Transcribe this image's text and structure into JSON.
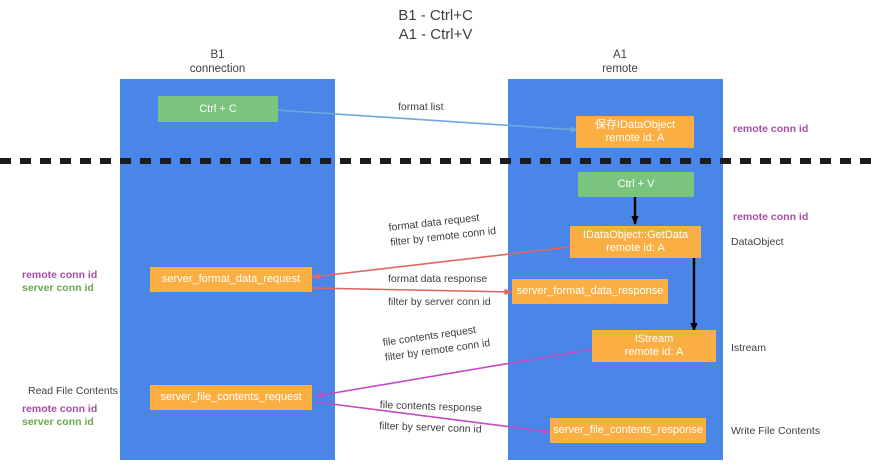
{
  "title": {
    "line1": "B1 - Ctrl+C",
    "line2": "A1 - Ctrl+V"
  },
  "lanes": [
    {
      "id": "b1",
      "name": "B1",
      "sub": "connection",
      "color": "#4a86e8"
    },
    {
      "id": "a1",
      "name": "A1",
      "sub": "remote",
      "color": "#4a86e8"
    }
  ],
  "colors": {
    "lane": "#4a86e8",
    "green_node": "#7bc47f",
    "orange_node": "#fbae42",
    "purple_text": "#a64ca6",
    "green_text": "#6aa84f",
    "blue_arrow": "#6fa8dc",
    "red_arrow": "#e06666",
    "magenta_arrow": "#c24bc2",
    "black_arrow": "#000000",
    "divider": "#1c1c1c"
  },
  "nodes": {
    "ctrl_c": {
      "label": "Ctrl + C"
    },
    "save_dataobject": {
      "line1": "保存IDataObject",
      "line2": "remote id: A"
    },
    "ctrl_v": {
      "label": "Ctrl + V"
    },
    "getdata": {
      "line1": "IDataObject::GetData",
      "line2": "remote id: A"
    },
    "server_format_data_request": {
      "label": "server_format_data_request"
    },
    "server_format_data_response": {
      "label": "server_format_data_response"
    },
    "istream": {
      "line1": "IStream",
      "line2": "remote id: A"
    },
    "server_file_contents_request": {
      "label": "server_file_contents_request"
    },
    "server_file_contents_response": {
      "label": "server_file_contents_response"
    }
  },
  "edge_labels": {
    "format_list": "format list",
    "format_data_request": "format data request",
    "format_data_request_filter_prefix": "filter by ",
    "format_data_request_filter_key": "remote conn id",
    "format_data_response": "format data response",
    "format_data_response_filter_prefix": "filter by ",
    "format_data_response_filter_key": "server conn id",
    "file_contents_request": "file contents request",
    "file_contents_request_filter_prefix": "filter by ",
    "file_contents_request_filter_key": "remote conn id",
    "file_contents_response": "file contents response",
    "file_contents_response_filter_prefix": "filter by ",
    "file_contents_response_filter_key": "server conn id"
  },
  "annotations": {
    "right_remote_conn_id_top": "remote conn id",
    "right_remote_conn_id_mid": "remote conn id",
    "right_dataobject": "DataObject",
    "right_istream": "Istream",
    "right_write_file_contents": "Write File Contents",
    "left_remote_conn_id": "remote conn id",
    "left_server_conn_id": "server conn id",
    "left_read_file_contents": "Read File Contents",
    "left_bottom_remote_conn_id": "remote conn id",
    "left_bottom_server_conn_id": "server conn id"
  }
}
